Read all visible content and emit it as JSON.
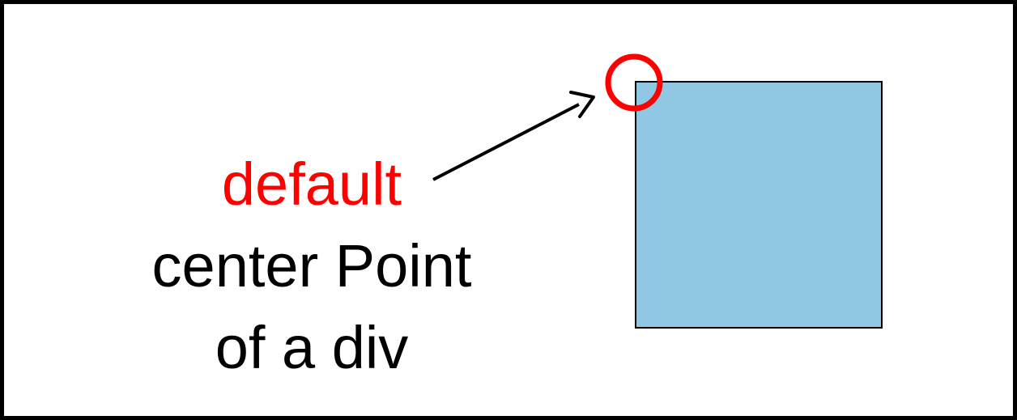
{
  "diagram": {
    "caption_lines": [
      "default",
      "center Point",
      "of a div"
    ],
    "colors": {
      "highlight": "#ff0000",
      "text": "#000000",
      "box_fill": "#90c8e4",
      "box_border": "#000000",
      "arrow": "#000000",
      "frame": "#000000",
      "background": "#ffffff"
    },
    "icons": {
      "marker": "circle-highlight-icon",
      "pointer": "arrow-icon"
    }
  }
}
